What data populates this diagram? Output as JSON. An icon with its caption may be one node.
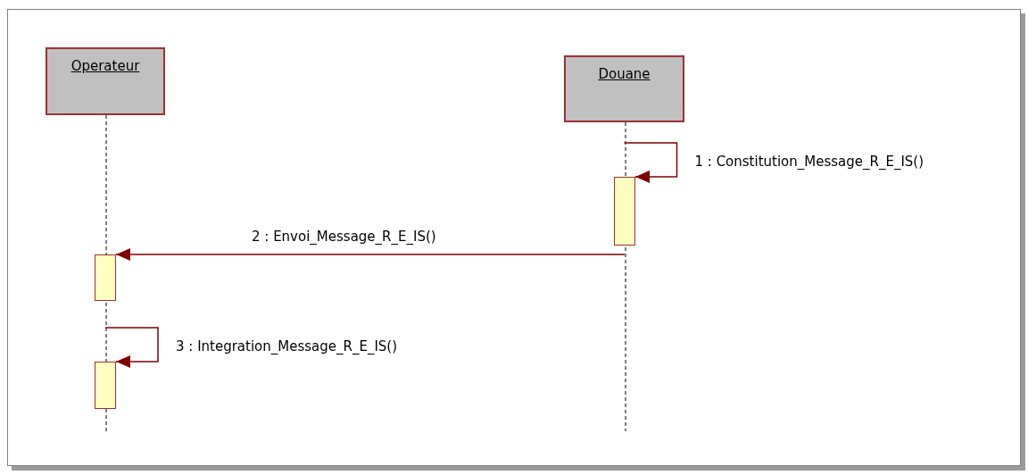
{
  "diagram": {
    "nodes": [
      {
        "text": [
          "Operateur"
        ]
      },
      {
        "text": [
          "Douane"
        ]
      },
      {
        "text": [],
        "shape": "bar"
      },
      {
        "text": [],
        "shape": "bar"
      },
      {
        "text": [],
        "shape": "bar"
      }
    ],
    "edges": [
      {
        "from": 1,
        "to": 2,
        "arrow": "to",
        "label": "1 : Constitution_Message_R_E_IS()"
      },
      {
        "from": 2,
        "to": 3,
        "arrow": "to",
        "label": "2 : Envoi_Message_R_E_IS()"
      },
      {
        "from": 3,
        "to": 4,
        "arrow": "to",
        "label": "3 : Integration_Message_R_E_IS()"
      }
    ]
  }
}
